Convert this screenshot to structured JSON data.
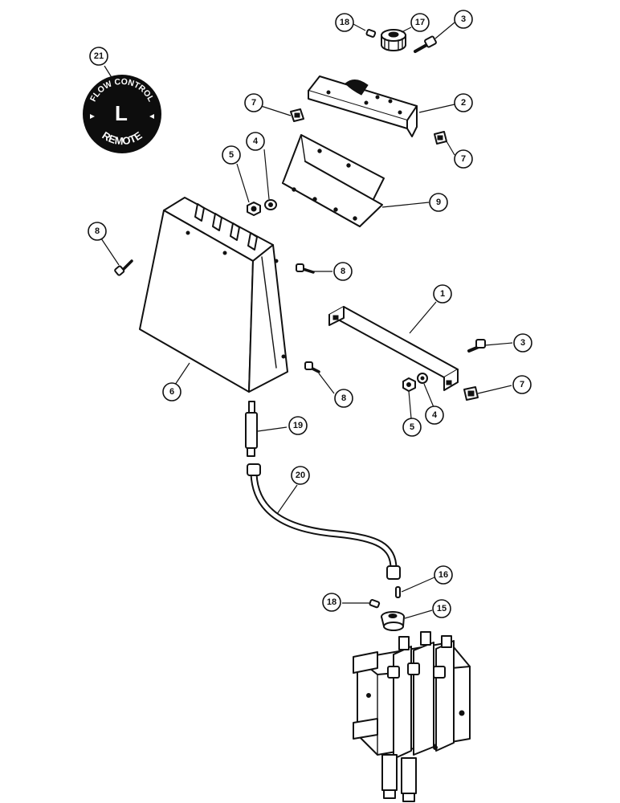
{
  "decal": {
    "top_text": "FLOW CONTROL",
    "center_text": "L",
    "bottom_text": "REMOTE"
  },
  "callouts": [
    {
      "id": "c1",
      "label": "1"
    },
    {
      "id": "c2",
      "label": "2"
    },
    {
      "id": "c3a",
      "label": "3"
    },
    {
      "id": "c3b",
      "label": "3"
    },
    {
      "id": "c4a",
      "label": "4"
    },
    {
      "id": "c4b",
      "label": "4"
    },
    {
      "id": "c5a",
      "label": "5"
    },
    {
      "id": "c5b",
      "label": "5"
    },
    {
      "id": "c6",
      "label": "6"
    },
    {
      "id": "c7a",
      "label": "7"
    },
    {
      "id": "c7b",
      "label": "7"
    },
    {
      "id": "c7c",
      "label": "7"
    },
    {
      "id": "c8a",
      "label": "8"
    },
    {
      "id": "c8b",
      "label": "8"
    },
    {
      "id": "c8c",
      "label": "8"
    },
    {
      "id": "c9",
      "label": "9"
    },
    {
      "id": "c15",
      "label": "15"
    },
    {
      "id": "c16",
      "label": "16"
    },
    {
      "id": "c17",
      "label": "17"
    },
    {
      "id": "c18a",
      "label": "18"
    },
    {
      "id": "c18b",
      "label": "18"
    },
    {
      "id": "c19",
      "label": "19"
    },
    {
      "id": "c20",
      "label": "20"
    },
    {
      "id": "c21",
      "label": "21"
    }
  ]
}
